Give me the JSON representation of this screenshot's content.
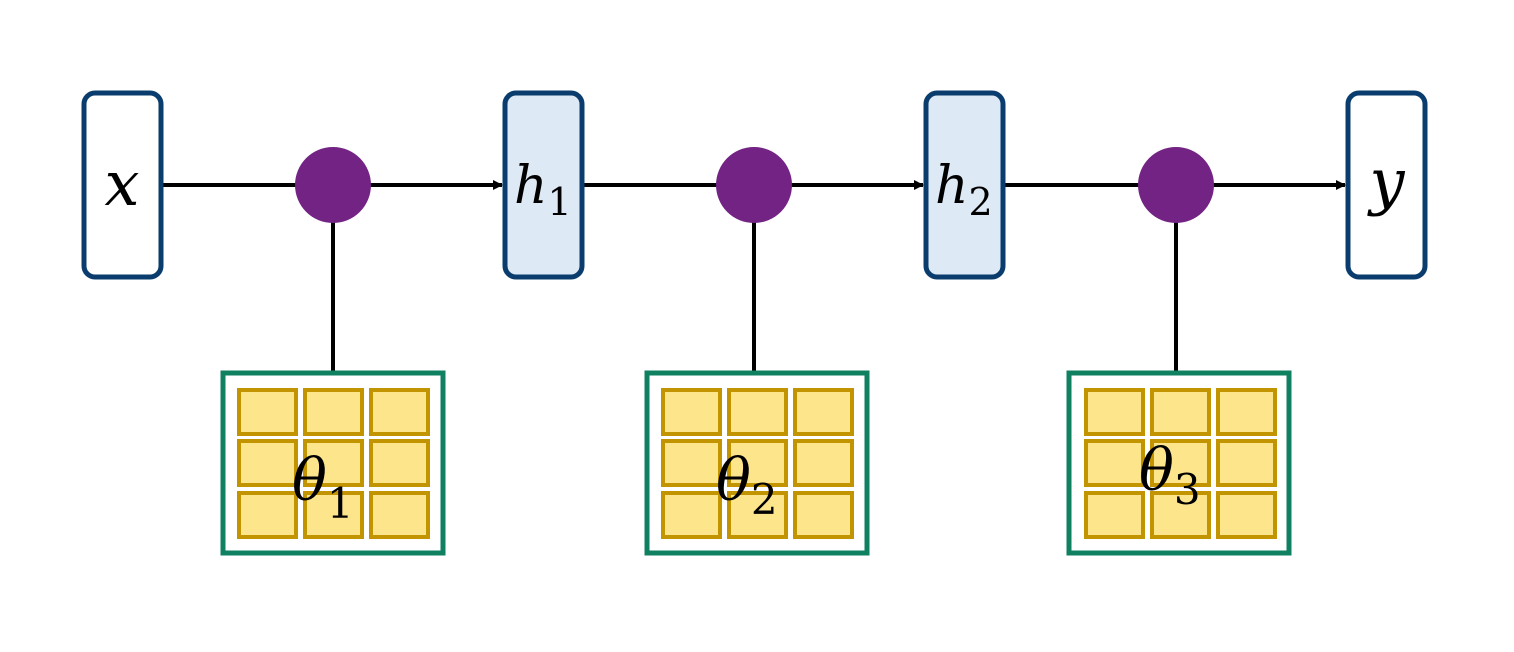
{
  "diagram": {
    "colors": {
      "node_border": "#0a3d6e",
      "hidden_fill": "#dde9f5",
      "io_fill": "#ffffff",
      "op_circle": "#722383",
      "edge": "#000000",
      "param_border": "#0f8060",
      "cell_fill": "#fde58c",
      "cell_border": "#c29400"
    },
    "nodes": [
      {
        "id": "x",
        "label": "x",
        "sub": "",
        "kind": "input"
      },
      {
        "id": "h1",
        "label": "h",
        "sub": "1",
        "kind": "hidden"
      },
      {
        "id": "h2",
        "label": "h",
        "sub": "2",
        "kind": "hidden"
      },
      {
        "id": "y",
        "label": "y",
        "sub": "",
        "kind": "output"
      }
    ],
    "operations": [
      {
        "id": "op1"
      },
      {
        "id": "op2"
      },
      {
        "id": "op3"
      }
    ],
    "parameters": [
      {
        "id": "theta1",
        "label": "θ",
        "sub": "1",
        "grid": "3x3"
      },
      {
        "id": "theta2",
        "label": "θ",
        "sub": "2",
        "grid": "3x3"
      },
      {
        "id": "theta3",
        "label": "θ",
        "sub": "3",
        "grid": "3x3"
      }
    ]
  }
}
